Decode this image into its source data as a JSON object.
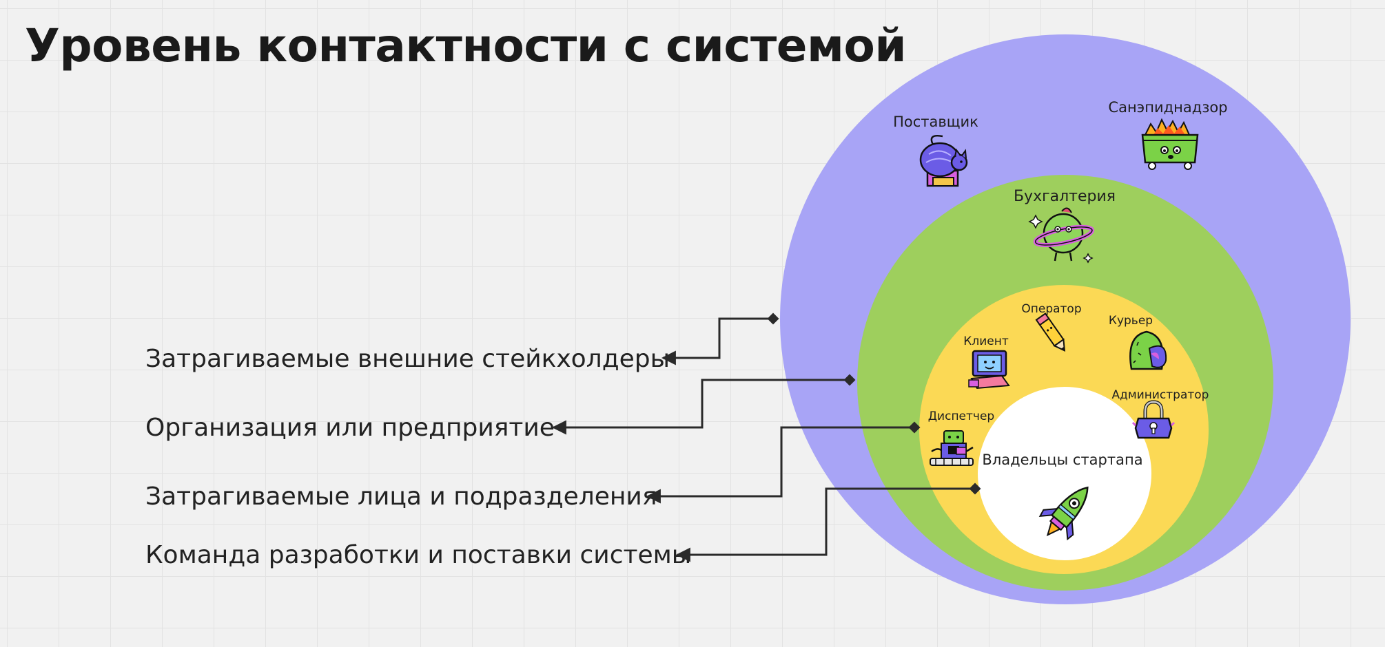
{
  "title": "Уровень контактности с системой",
  "colors": {
    "outer": "#a8a4f6",
    "organization": "#9ecf5d",
    "affected": "#fbd955",
    "core": "#ffffff",
    "connector": "#2a2a2a"
  },
  "legend": [
    "Затрагиваемые внешние стейкхолдеры",
    "Организация или предприятие",
    "Затрагиваемые лица и подразделения",
    "Команда разработки и поставки системы"
  ],
  "rings": {
    "outer": {
      "items": [
        {
          "label": "Поставщик",
          "icon": "cat-sticker-icon"
        },
        {
          "label": "Санэпиднадзор",
          "icon": "burning-dumpster-icon"
        }
      ]
    },
    "organization": {
      "items": [
        {
          "label": "Бухгалтерия",
          "icon": "planet-character-icon"
        }
      ]
    },
    "affected": {
      "items": [
        {
          "label": "Оператор",
          "icon": "pencil-icon"
        },
        {
          "label": "Курьер",
          "icon": "cactus-icon"
        },
        {
          "label": "Клиент",
          "icon": "computer-character-icon"
        },
        {
          "label": "Администратор",
          "icon": "padlock-icon"
        },
        {
          "label": "Диспетчер",
          "icon": "robot-icon"
        }
      ]
    },
    "core": {
      "items": [
        {
          "label": "Владельцы стартапа",
          "icon": "rocket-icon"
        }
      ]
    }
  }
}
